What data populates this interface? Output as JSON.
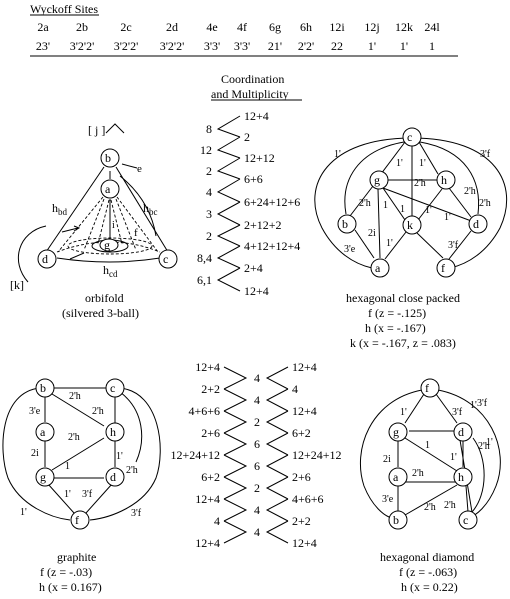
{
  "wyckoff": {
    "title": "Wyckoff Sites",
    "sites": [
      "2a",
      "2b",
      "2c",
      "2d",
      "4e",
      "4f",
      "6g",
      "6h",
      "12i",
      "12j",
      "12k",
      "24l"
    ],
    "symmetries": [
      "23'",
      "3'2'2'",
      "3'2'2'",
      "3'2'2'",
      "3'3'",
      "3'3'",
      "21'",
      "2'2'",
      "22",
      "1'",
      "1'",
      "1"
    ]
  },
  "orbifold": {
    "bracket_j": "[ j ]",
    "bracket_k": "[k]",
    "node_b": "b",
    "node_a": "a",
    "node_d": "d",
    "node_c": "c",
    "node_g": "g",
    "label_e": "e",
    "label_f": "f",
    "label_i": "i",
    "h_bd": "h",
    "h_bd_sub": "bd",
    "h_bc": "h",
    "h_bc_sub": "bc",
    "h_cd": "h",
    "h_cd_sub": "cd",
    "caption_1": "orbifold",
    "caption_2": "(silvered 3-ball)"
  },
  "coordination": {
    "title_1": "Coordination",
    "title_2": "and Multiplicity",
    "left_numbers": [
      "8",
      "12",
      "2",
      "4",
      "3",
      "2",
      "8,4",
      "6,1"
    ],
    "right_numbers": [
      "12+4",
      "2",
      "12+12",
      "6+6",
      "6+24+12+6",
      "2+12+2",
      "4+12+12+4",
      "2+4",
      "12+4"
    ]
  },
  "hcp": {
    "nodes": {
      "c": "c",
      "g": "g",
      "h": "h",
      "b": "b",
      "k": "k",
      "d": "d",
      "a": "a",
      "f": "f"
    },
    "edge_labels": [
      "1'",
      "3'f",
      "1'",
      "1'",
      "2'h",
      "2'h",
      "2'h",
      "2'h",
      "1",
      "1'",
      "1'",
      "2i",
      "1",
      "3'e",
      "1'",
      "3'f"
    ],
    "caption": "hexagonal close packed",
    "param_f": "f (z = -.125)",
    "param_h": "h (x = -.167)",
    "param_k": "k (x = -.167, z = .083)"
  },
  "graphite": {
    "nodes": {
      "b": "b",
      "c": "c",
      "a": "a",
      "h": "h",
      "g": "g",
      "d": "d",
      "f": "f"
    },
    "edge_labels": [
      "2'h",
      "3'e",
      "2'h",
      "2'h",
      "1'",
      "2i",
      "1",
      "2'h",
      "1'",
      "3'f",
      "1'",
      "3'f"
    ],
    "caption": "graphite",
    "param_f": "f (z = -.03)",
    "param_h": "h (x = 0.167)"
  },
  "middle_chain": {
    "left": [
      "12+4",
      "2+2",
      "4+6+6",
      "2+6",
      "12+24+12",
      "6+2",
      "12+4",
      "4",
      "12+4"
    ],
    "center": [
      "4",
      "4",
      "2",
      "6",
      "6",
      "2",
      "4",
      "4"
    ],
    "right": [
      "12+4",
      "4",
      "12+4",
      "6+2",
      "12+24+12",
      "2+6",
      "4+6+6",
      "2+2",
      "12+4"
    ]
  },
  "hex_diamond": {
    "nodes": {
      "f": "f",
      "g": "g",
      "d": "d",
      "a": "a",
      "h": "h",
      "b": "b",
      "c": "c"
    },
    "edge_labels": [
      "1'",
      "3'f",
      "1'",
      "3'f",
      "1",
      "2'h",
      "2i",
      "2'h",
      "1'",
      "2'h",
      "3'e",
      "2'h",
      "1'"
    ],
    "caption": "hexagonal diamond",
    "param_f": "f (z = -.063)",
    "param_h": "h (x = 0.22)"
  }
}
